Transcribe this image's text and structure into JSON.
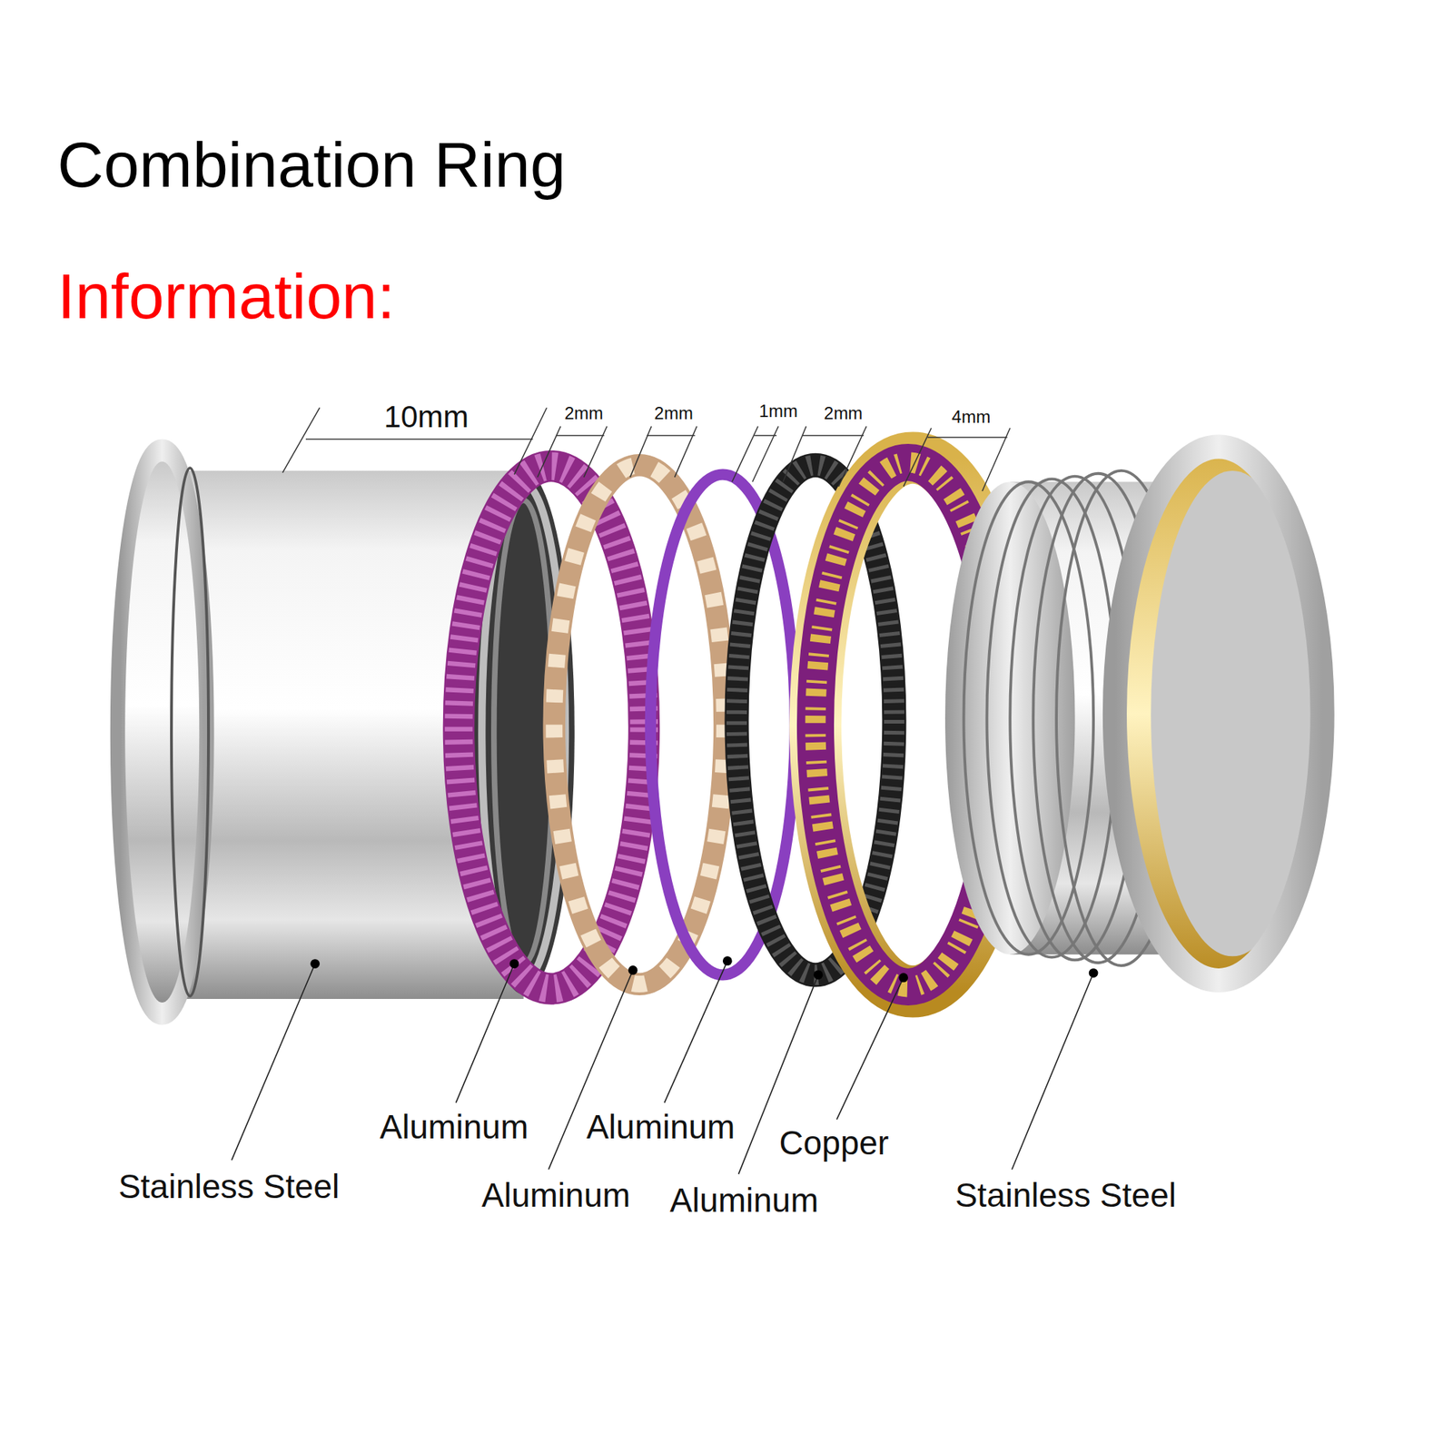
{
  "diagram": {
    "title": "Combination Ring",
    "labels": [
      "Information:",
      "10mm",
      "2mm",
      "2mm",
      "1mm",
      "2mm",
      "4mm",
      "Stainless Steel",
      "Aluminum",
      "Aluminum",
      "Aluminum",
      "Aluminum",
      "Copper",
      "Stainless Steel"
    ]
  }
}
